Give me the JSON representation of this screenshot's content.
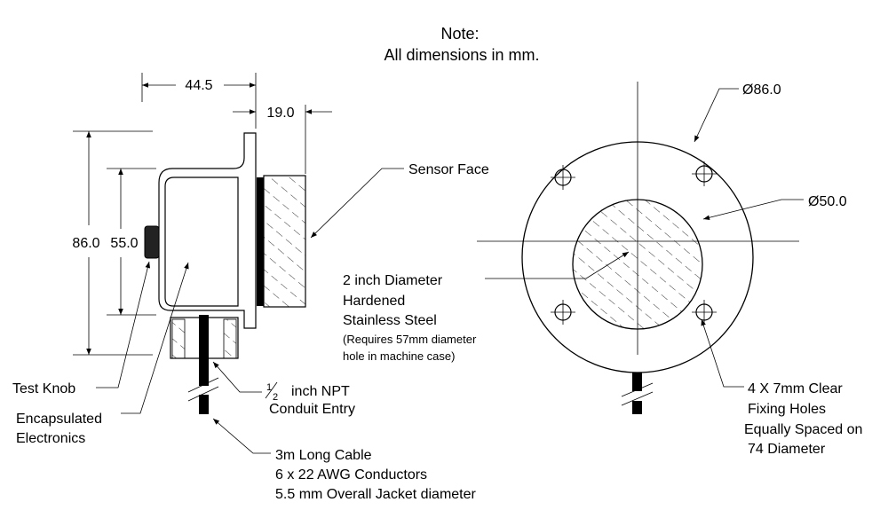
{
  "note": {
    "heading": "Note:",
    "text": "All dimensions in mm.",
    "heading_color": "#ff0000"
  },
  "dimensions": {
    "depth": "44.5",
    "face_depth": "19.0",
    "outer_height": "86.0",
    "inner_height": "55.0",
    "outer_diameter": "Ø86.0",
    "face_diameter": "Ø50.0"
  },
  "labels": {
    "sensor_face": "Sensor Face",
    "material_line1": "2 inch Diameter",
    "material_line2": "Hardened",
    "material_line3": "Stainless Steel",
    "hole_note_line1": "(Requires 57mm diameter",
    "hole_note_line2": "hole in machine case)",
    "test_knob": "Test Knob",
    "electronics_line1": "Encapsulated",
    "electronics_line2": "Electronics",
    "conduit_fraction_num": "1",
    "conduit_fraction_den": "2",
    "conduit_line1": "inch NPT",
    "conduit_line2": "Conduit Entry",
    "cable_line1": "3m Long Cable",
    "cable_line2": "6 x 22 AWG Conductors",
    "cable_line3": "5.5 mm Overall Jacket diameter",
    "holes_line1": "4 X 7mm Clear",
    "holes_line2": "Fixing Holes",
    "holes_line3": "Equally Spaced on",
    "holes_line4": "74 Diameter"
  }
}
